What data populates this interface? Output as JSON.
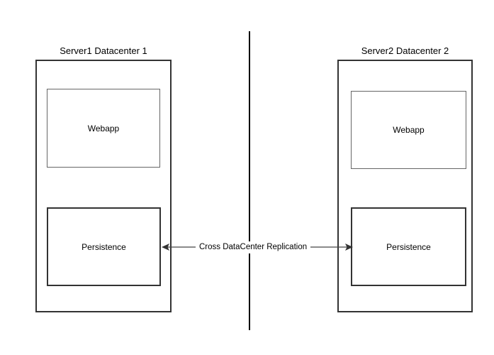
{
  "diagram": {
    "title": "Cross DataCenter Replication",
    "background_color": "#ffffff",
    "stroke_color": "#333333",
    "light_stroke_color": "#666666",
    "divider_color": "#000000",
    "servers": [
      {
        "id": "server1",
        "title": "Server1 Datacenter 1",
        "components": [
          {
            "id": "s1-webapp",
            "label": "Webapp"
          },
          {
            "id": "s1-persistence",
            "label": "Persistence"
          }
        ]
      },
      {
        "id": "server2",
        "title": "Server2 Datacenter 2",
        "components": [
          {
            "id": "s2-webapp",
            "label": "Webapp"
          },
          {
            "id": "s2-persistence",
            "label": "Persistence"
          }
        ]
      }
    ],
    "connector": {
      "label": "Cross DataCenter Replication",
      "direction": "bidirectional",
      "from": "Persistence",
      "to": "Persistence"
    },
    "divider": {
      "name": "datacenter-boundary",
      "style": "solid-vertical-line"
    }
  }
}
